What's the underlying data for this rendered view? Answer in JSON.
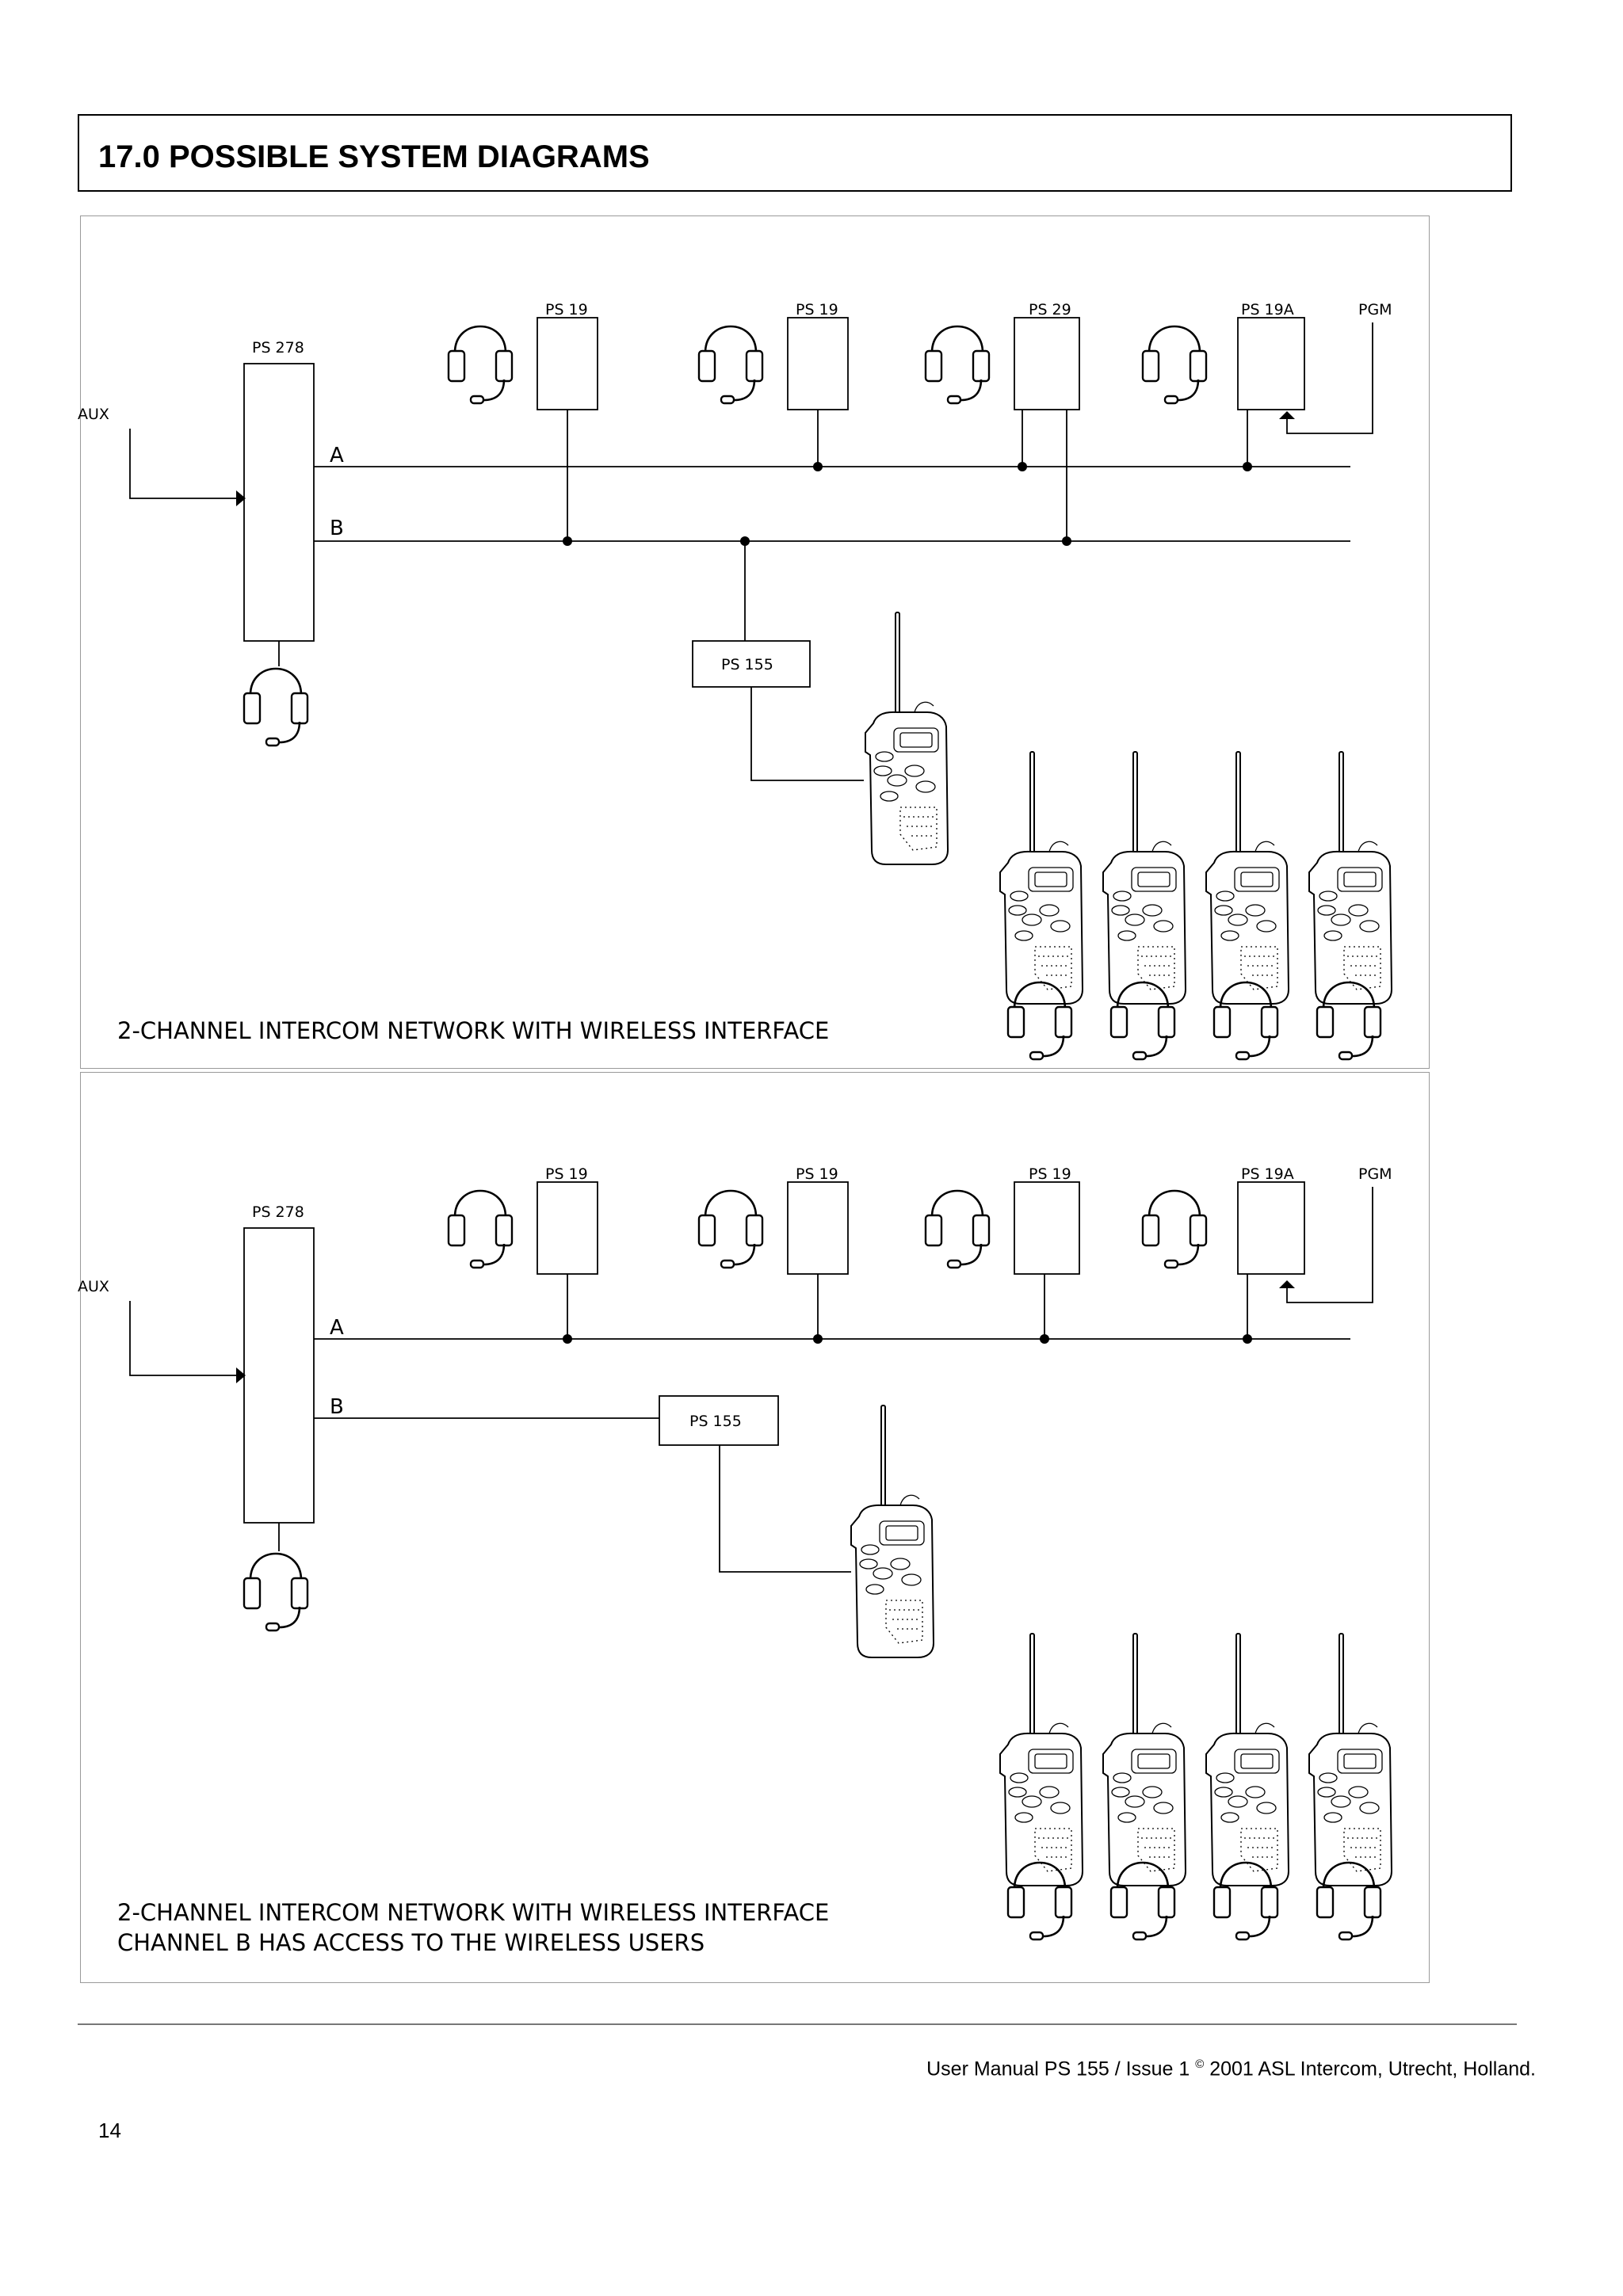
{
  "header": {
    "title": "17.0 POSSIBLE SYSTEM DIAGRAMS"
  },
  "diagrams": [
    {
      "master_label": "PS 278",
      "aux_label": "AUX",
      "channel_a_label": "A",
      "channel_b_label": "B",
      "stations": [
        "PS 19",
        "PS 19",
        "PS 29",
        "PS 19A"
      ],
      "pgm_label": "PGM",
      "interface_label": "PS 155",
      "caption_lines": [
        "2-CHANNEL INTERCOM NETWORK WITH WIRELESS INTERFACE"
      ]
    },
    {
      "master_label": "PS 278",
      "aux_label": "AUX",
      "channel_a_label": "A",
      "channel_b_label": "B",
      "stations": [
        "PS 19",
        "PS 19",
        "PS 19",
        "PS 19A"
      ],
      "pgm_label": "PGM",
      "interface_label": "PS 155",
      "caption_lines": [
        "2-CHANNEL INTERCOM NETWORK WITH WIRELESS INTERFACE",
        "CHANNEL B HAS ACCESS TO THE WIRELESS USERS"
      ]
    }
  ],
  "footer": {
    "manual": "User Manual PS 155 / Issue 1",
    "copyright_symbol": "©",
    "publisher": "2001  ASL Intercom, Utrecht, Holland."
  },
  "page_number": "14"
}
